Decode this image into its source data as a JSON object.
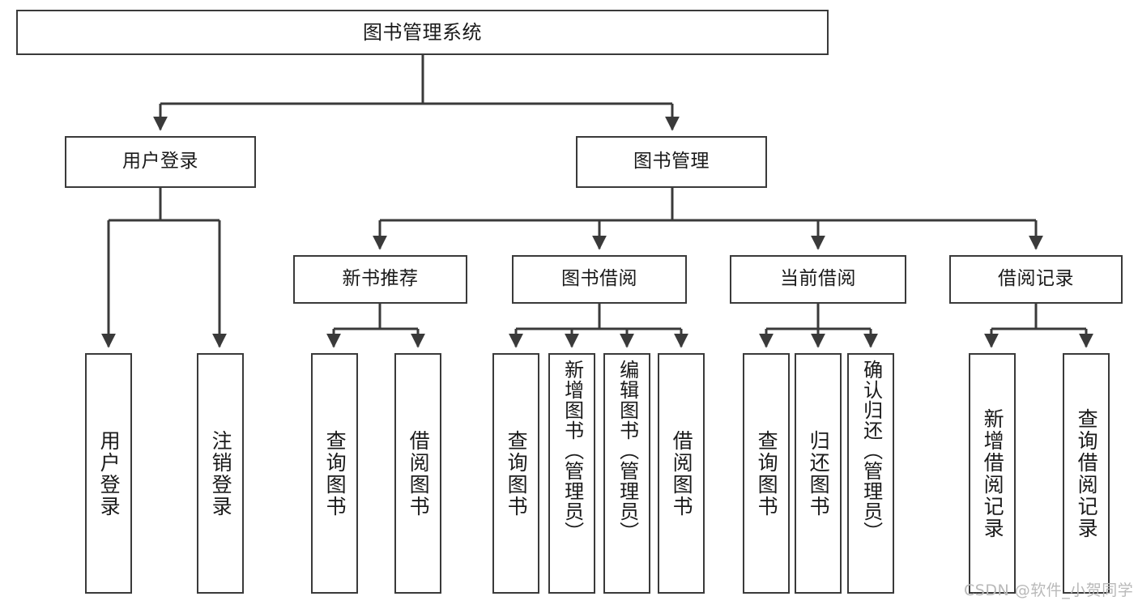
{
  "diagram": {
    "title": "图书管理系统",
    "type": "tree-hierarchy-chart",
    "style": {
      "box_border_color": "#3a3a3a",
      "box_fill_color": "#ffffff",
      "connector_color": "#3a3a3a",
      "background_color": "#ffffff",
      "watermark_color": "#b9b9b9"
    },
    "root": {
      "id": "root",
      "label": "图书管理系统"
    },
    "level2": [
      {
        "id": "user-login",
        "label": "用户登录"
      },
      {
        "id": "book-manage",
        "label": "图书管理"
      }
    ],
    "level3": [
      {
        "id": "new-book-recommend",
        "label": "新书推荐",
        "parent": "book-manage"
      },
      {
        "id": "book-borrow",
        "label": "图书借阅",
        "parent": "book-manage"
      },
      {
        "id": "current-borrow",
        "label": "当前借阅",
        "parent": "book-manage"
      },
      {
        "id": "borrow-record",
        "label": "借阅记录",
        "parent": "book-manage"
      }
    ],
    "leaves": [
      {
        "id": "leaf-user-login",
        "label": "用户登录",
        "parent": "user-login"
      },
      {
        "id": "leaf-user-logout",
        "label": "注销登录",
        "parent": "user-login"
      },
      {
        "id": "leaf-query-book-1",
        "label": "查询图书",
        "parent": "new-book-recommend"
      },
      {
        "id": "leaf-borrow-book-1",
        "label": "借阅图书",
        "parent": "new-book-recommend"
      },
      {
        "id": "leaf-query-book-2",
        "label": "查询图书",
        "parent": "book-borrow"
      },
      {
        "id": "leaf-add-book",
        "label": "新增图书（管理员）",
        "parent": "book-borrow"
      },
      {
        "id": "leaf-edit-book",
        "label": "编辑图书（管理员）",
        "parent": "book-borrow"
      },
      {
        "id": "leaf-borrow-book-2",
        "label": "借阅图书",
        "parent": "book-borrow"
      },
      {
        "id": "leaf-query-book-3",
        "label": "查询图书",
        "parent": "current-borrow"
      },
      {
        "id": "leaf-return-book",
        "label": "归还图书",
        "parent": "current-borrow"
      },
      {
        "id": "leaf-confirm-return",
        "label": "确认归还（管理员）",
        "parent": "current-borrow"
      },
      {
        "id": "leaf-add-record",
        "label": "新增借阅记录",
        "parent": "borrow-record"
      },
      {
        "id": "leaf-query-record",
        "label": "查询借阅记录",
        "parent": "borrow-record"
      }
    ],
    "watermark": "CSDN @软件_小贺同学"
  }
}
